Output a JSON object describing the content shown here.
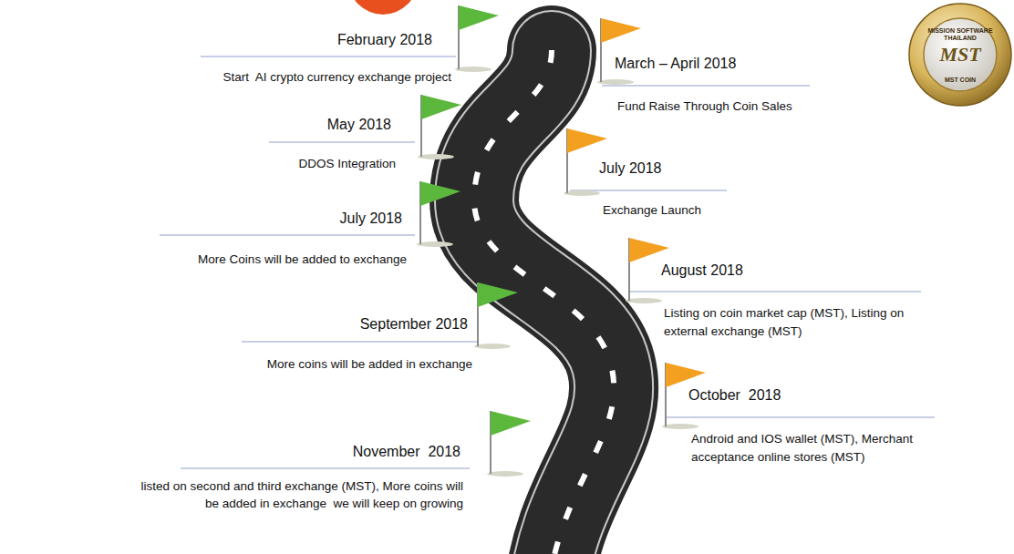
{
  "diagram": {
    "labels": [
      "February 2018",
      "Start  AI crypto currency exchange project",
      "May 2018",
      "DDOS Integration",
      "July 2018",
      "More Coins will be added to exchange",
      "September 2018",
      "More coins will be added in exchange",
      "November  2018",
      "listed on second and third exchange (MST), More coins will be added in exchange  we will keep on growing",
      "March – April 2018",
      "Fund Raise Through Coin Sales",
      "July 2018",
      "Exchange Launch",
      "August 2018",
      "Listing on coin market cap (MST), Listing on external exchange (MST)",
      "October  2018",
      "Android and IOS wallet (MST), Merchant acceptance online stores (MST)",
      "MISSION SOFTWARE THAILAND",
      "MST",
      "MST COIN"
    ]
  }
}
